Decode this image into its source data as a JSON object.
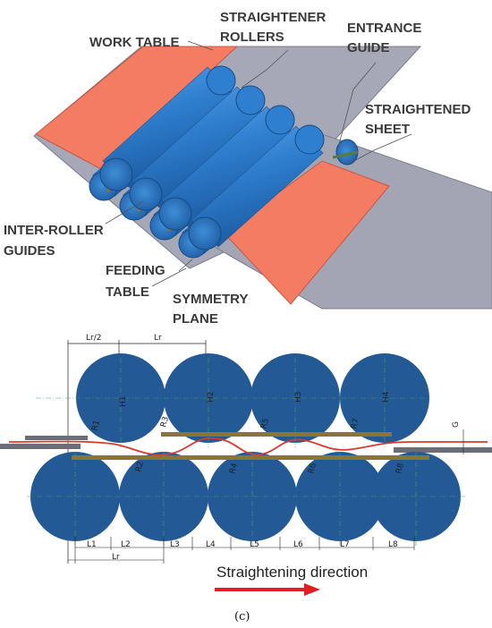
{
  "callouts": {
    "work_table": "WORK TABLE",
    "straightener_rollers": [
      "STRAIGHTENER",
      "ROLLERS"
    ],
    "entrance_guide": [
      "ENTRANCE",
      "GUIDE"
    ],
    "straightened_sheet": [
      "STRAIGHTENED",
      "SHEET"
    ],
    "inter_roller_guides": [
      "INTER-ROLLER",
      "GUIDES"
    ],
    "feeding_table": [
      "FEEDING",
      "TABLE"
    ],
    "symmetry_plane": [
      "SYMMETRY",
      "PLANE"
    ]
  },
  "dimensions": {
    "top_pitch_half": "Lr/2",
    "top_pitch": "Lr",
    "bottom_pitch": "Lr",
    "gap": "G",
    "heights": [
      "H1",
      "H2",
      "H3",
      "H4"
    ],
    "radii_top": [
      "R1",
      "R3",
      "R5",
      "R7"
    ],
    "radii_bottom": [
      "R2",
      "R4",
      "R6",
      "R8"
    ],
    "lengths": [
      "L1",
      "L2",
      "L3",
      "L4",
      "L5",
      "L6",
      "L7",
      "L8"
    ]
  },
  "direction_label": "Straightening direction",
  "caption": "(c)",
  "colors": {
    "roller_blue": "#2f7fd0",
    "roller_dark": "#1f4f80",
    "sheet_orange": "#f47c62",
    "table_gray": "#a3a5b5",
    "guide_brown": "#8a7436",
    "sheet_red": "#d93a2f",
    "arrow_red": "#e02020"
  }
}
